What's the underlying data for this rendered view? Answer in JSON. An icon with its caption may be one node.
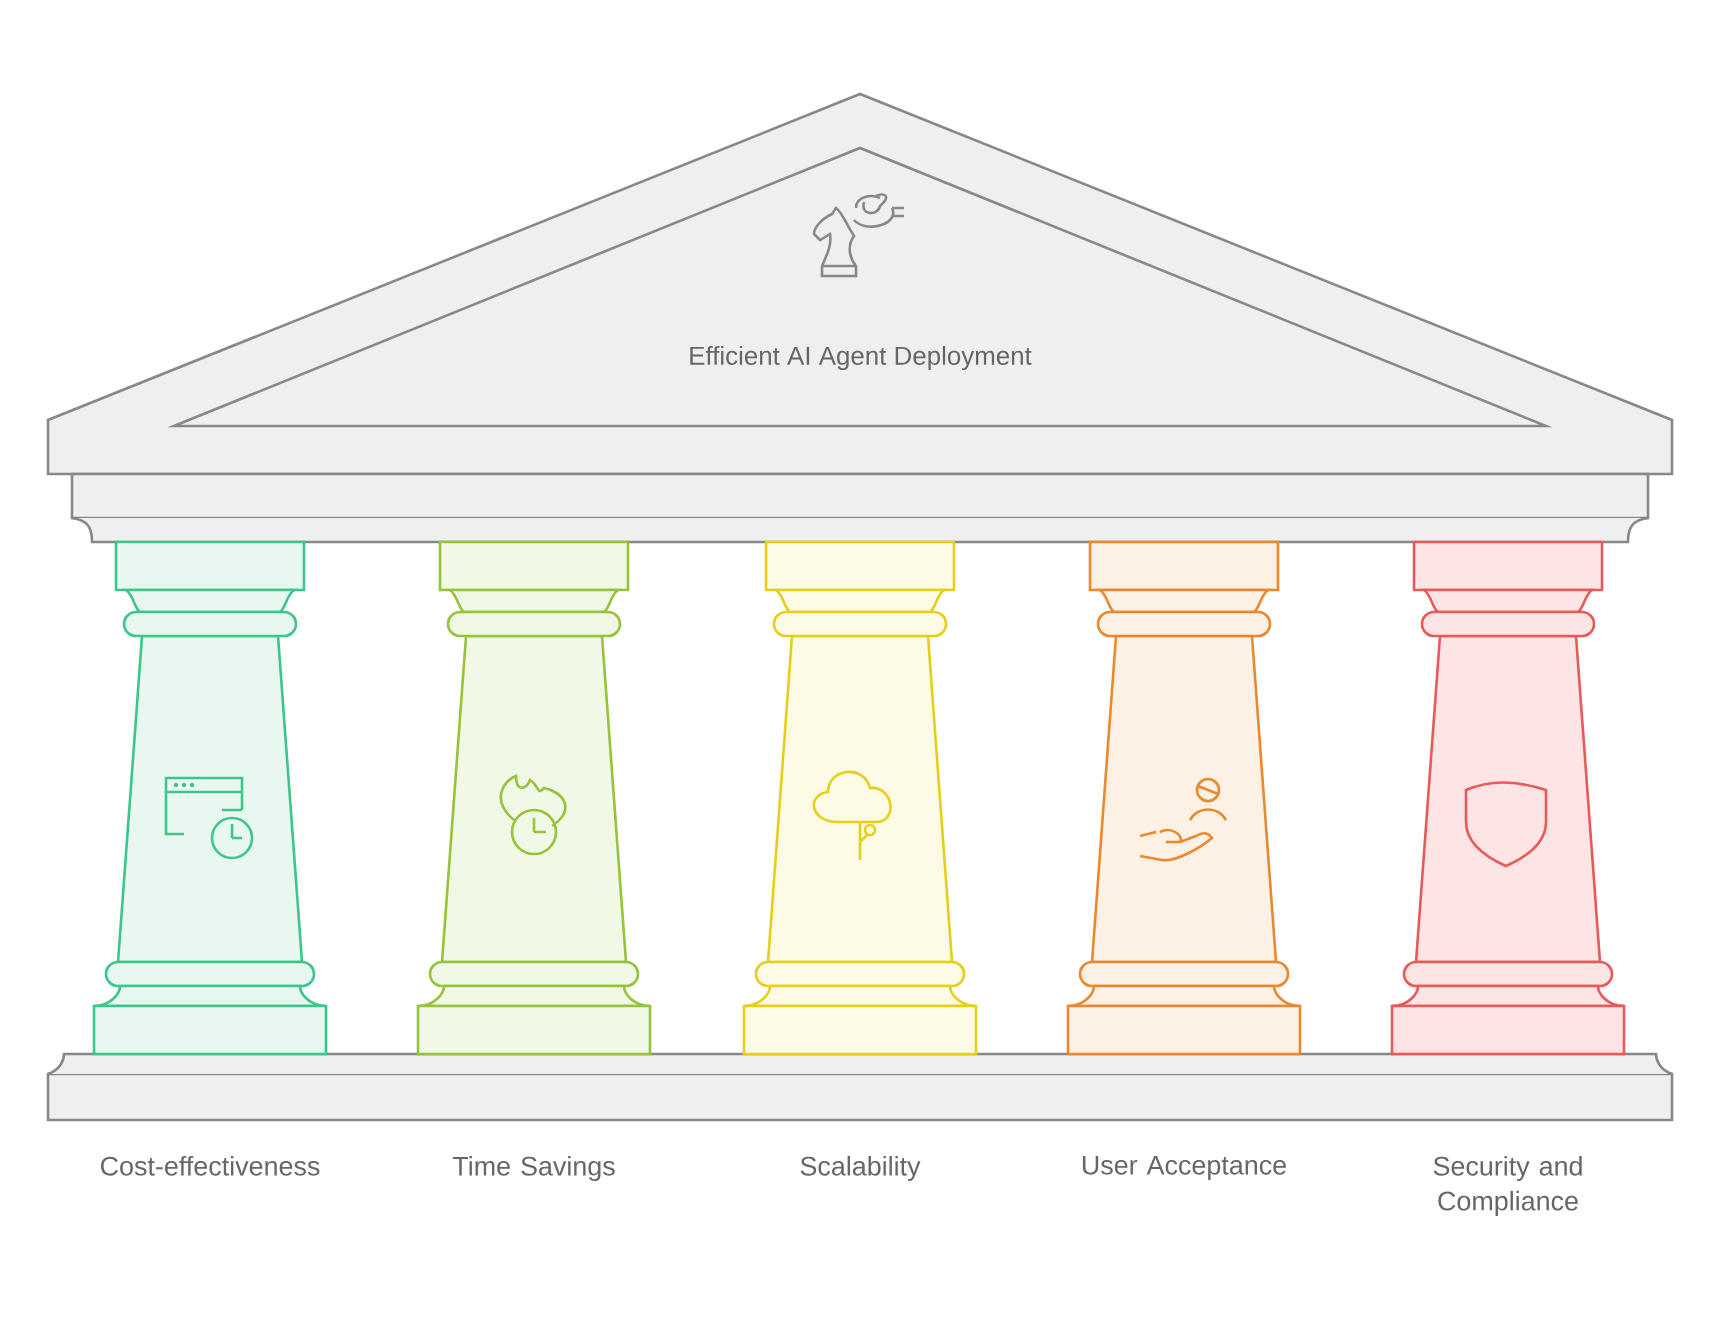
{
  "diagram": {
    "nodes": [
      {
        "text": [
          "Efficient AI Agent Deployment"
        ]
      },
      {
        "text": [
          "Cost-effectiveness"
        ]
      },
      {
        "text": [
          "Time Savings"
        ]
      },
      {
        "text": [
          "Scalability"
        ]
      },
      {
        "text": [
          "User Acceptance"
        ]
      },
      {
        "text": [
          "Security and Compliance"
        ]
      }
    ]
  }
}
